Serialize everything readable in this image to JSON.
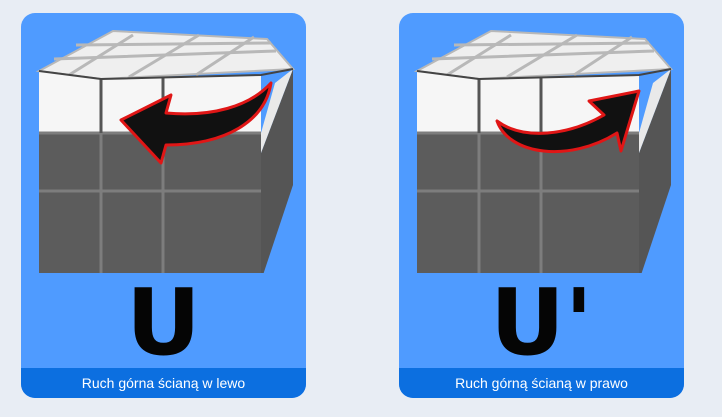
{
  "cards": [
    {
      "notation": "U",
      "caption": "Ruch górna ścianą w lewo",
      "arrow_direction": "left"
    },
    {
      "notation": "U'",
      "caption": "Ruch górną ścianą w prawo",
      "arrow_direction": "right"
    }
  ],
  "colors": {
    "page_background": "#e8edf4",
    "card_background": "#4f9bff",
    "caption_bar": "#0c6fe0",
    "cube_top_layer": "#ffffff",
    "cube_lower_layers": "#5a5a5a",
    "arrow_fill": "#111111",
    "arrow_outline": "#e01616"
  }
}
